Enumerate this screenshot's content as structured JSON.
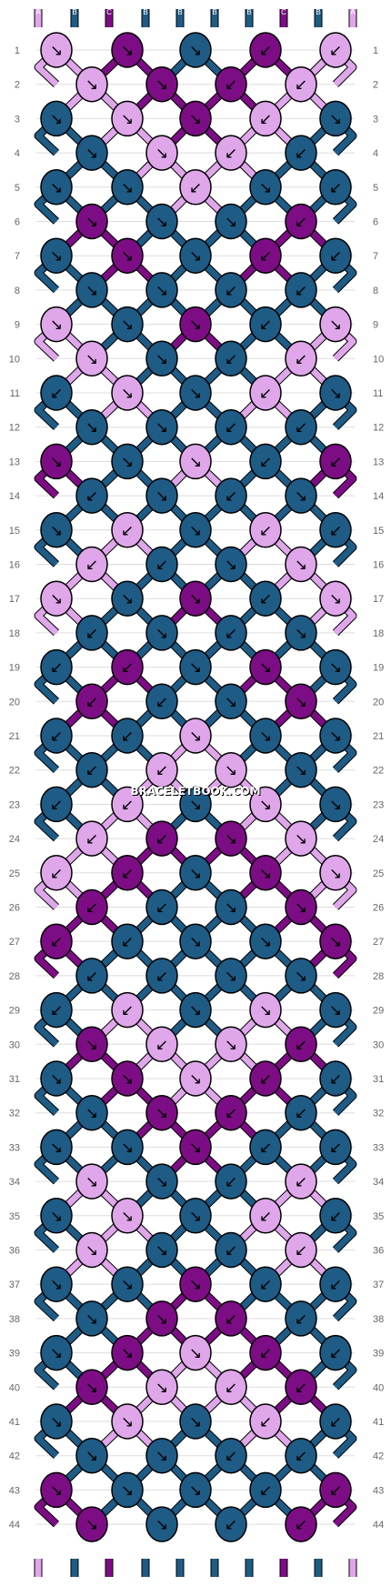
{
  "watermark": "BRACELETBOOK.COM",
  "colors": {
    "A": "#dfa6ea",
    "B": "#1e5b85",
    "C": "#7d0d84"
  },
  "strands": [
    "A",
    "B",
    "C",
    "B",
    "B",
    "B",
    "B",
    "C",
    "B",
    "A"
  ],
  "row_numbers": [
    "1",
    "2",
    "3",
    "4",
    "5",
    "6",
    "7",
    "8",
    "9",
    "10",
    "11",
    "12",
    "13",
    "14",
    "15",
    "16",
    "17",
    "18",
    "19",
    "20",
    "21",
    "22",
    "23",
    "24",
    "25",
    "26",
    "27",
    "28",
    "29",
    "30",
    "31",
    "32",
    "33",
    "34",
    "35",
    "36",
    "37",
    "38",
    "39",
    "40",
    "41",
    "42",
    "43",
    "44"
  ],
  "knot_rows": [
    [
      [
        "A",
        "↘"
      ],
      [
        "C",
        "↘"
      ],
      [
        "B",
        "↘"
      ],
      [
        "C",
        "↙"
      ],
      [
        "A",
        "↙"
      ]
    ],
    [
      [
        "A",
        "↘"
      ],
      [
        "C",
        "↘"
      ],
      [
        "C",
        "↙"
      ],
      [
        "A",
        "↙"
      ]
    ],
    [
      [
        "B",
        "↘"
      ],
      [
        "A",
        "↘"
      ],
      [
        "C",
        "↘"
      ],
      [
        "A",
        "↙"
      ],
      [
        "B",
        "↘"
      ]
    ],
    [
      [
        "B",
        "↘"
      ],
      [
        "A",
        "↘"
      ],
      [
        "A",
        "↙"
      ],
      [
        "B",
        "↙"
      ]
    ],
    [
      [
        "B",
        "↘"
      ],
      [
        "B",
        "↘"
      ],
      [
        "A",
        "↙"
      ],
      [
        "B",
        "↘"
      ],
      [
        "B",
        "↙"
      ]
    ],
    [
      [
        "C",
        "↘"
      ],
      [
        "B",
        "↘"
      ],
      [
        "B",
        "↘"
      ],
      [
        "C",
        "↙"
      ]
    ],
    [
      [
        "B",
        "↘"
      ],
      [
        "C",
        "↘"
      ],
      [
        "B",
        "↘"
      ],
      [
        "C",
        "↙"
      ],
      [
        "B",
        "↙"
      ]
    ],
    [
      [
        "B",
        "↘"
      ],
      [
        "B",
        "↘"
      ],
      [
        "B",
        "↙"
      ],
      [
        "B",
        "↙"
      ]
    ],
    [
      [
        "A",
        "↘"
      ],
      [
        "B",
        "↘"
      ],
      [
        "C",
        "↘"
      ],
      [
        "B",
        "↙"
      ],
      [
        "A",
        "↘"
      ]
    ],
    [
      [
        "A",
        "↘"
      ],
      [
        "B",
        "↘"
      ],
      [
        "B",
        "↙"
      ],
      [
        "A",
        "↙"
      ]
    ],
    [
      [
        "B",
        "↙"
      ],
      [
        "A",
        "↘"
      ],
      [
        "B",
        "↘"
      ],
      [
        "A",
        "↙"
      ],
      [
        "B",
        "↘"
      ]
    ],
    [
      [
        "B",
        "↘"
      ],
      [
        "B",
        "↘"
      ],
      [
        "B",
        "↙"
      ],
      [
        "B",
        "↙"
      ]
    ],
    [
      [
        "C",
        "↘"
      ],
      [
        "B",
        "↘"
      ],
      [
        "A",
        "↘"
      ],
      [
        "B",
        "↙"
      ],
      [
        "C",
        "↙"
      ]
    ],
    [
      [
        "B",
        "↙"
      ],
      [
        "B",
        "↘"
      ],
      [
        "B",
        "↙"
      ],
      [
        "B",
        "↘"
      ]
    ],
    [
      [
        "B",
        "↘"
      ],
      [
        "A",
        "↙"
      ],
      [
        "B",
        "↘"
      ],
      [
        "A",
        "↙"
      ],
      [
        "B",
        "↙"
      ]
    ],
    [
      [
        "A",
        "↙"
      ],
      [
        "B",
        "↙"
      ],
      [
        "B",
        "↘"
      ],
      [
        "A",
        "↘"
      ]
    ],
    [
      [
        "A",
        "↘"
      ],
      [
        "B",
        "↘"
      ],
      [
        "C",
        "↘"
      ],
      [
        "B",
        "↙"
      ],
      [
        "A",
        "↘"
      ]
    ],
    [
      [
        "B",
        "↙"
      ],
      [
        "B",
        "↘"
      ],
      [
        "B",
        "↙"
      ],
      [
        "B",
        "↘"
      ]
    ],
    [
      [
        "B",
        "↙"
      ],
      [
        "C",
        "↙"
      ],
      [
        "B",
        "↘"
      ],
      [
        "C",
        "↘"
      ],
      [
        "B",
        "↘"
      ]
    ],
    [
      [
        "C",
        "↙"
      ],
      [
        "B",
        "↙"
      ],
      [
        "B",
        "↘"
      ],
      [
        "C",
        "↘"
      ]
    ],
    [
      [
        "B",
        "↙"
      ],
      [
        "B",
        "↙"
      ],
      [
        "A",
        "↘"
      ],
      [
        "B",
        "↘"
      ],
      [
        "B",
        "↘"
      ]
    ],
    [
      [
        "B",
        "↙"
      ],
      [
        "A",
        "↙"
      ],
      [
        "A",
        "↘"
      ],
      [
        "B",
        "↘"
      ]
    ],
    [
      [
        "B",
        "↙"
      ],
      [
        "A",
        "↙"
      ],
      [
        "B",
        "↘"
      ],
      [
        "A",
        "↘"
      ],
      [
        "B",
        "↘"
      ]
    ],
    [
      [
        "A",
        "↙"
      ],
      [
        "C",
        "↙"
      ],
      [
        "C",
        "↘"
      ],
      [
        "A",
        "↘"
      ]
    ],
    [
      [
        "A",
        "↙"
      ],
      [
        "C",
        "↙"
      ],
      [
        "B",
        "↘"
      ],
      [
        "C",
        "↘"
      ],
      [
        "A",
        "↘"
      ]
    ],
    [
      [
        "C",
        "↙"
      ],
      [
        "B",
        "↙"
      ],
      [
        "B",
        "↘"
      ],
      [
        "C",
        "↘"
      ]
    ],
    [
      [
        "C",
        "↙"
      ],
      [
        "B",
        "↙"
      ],
      [
        "B",
        "↘"
      ],
      [
        "B",
        "↘"
      ],
      [
        "C",
        "↘"
      ]
    ],
    [
      [
        "B",
        "↙"
      ],
      [
        "B",
        "↙"
      ],
      [
        "B",
        "↘"
      ],
      [
        "B",
        "↘"
      ]
    ],
    [
      [
        "B",
        "↙"
      ],
      [
        "A",
        "↙"
      ],
      [
        "B",
        "↘"
      ],
      [
        "A",
        "↘"
      ],
      [
        "B",
        "↘"
      ]
    ],
    [
      [
        "C",
        "↘"
      ],
      [
        "A",
        "↙"
      ],
      [
        "A",
        "↘"
      ],
      [
        "C",
        "↙"
      ]
    ],
    [
      [
        "B",
        "↘"
      ],
      [
        "C",
        "↘"
      ],
      [
        "A",
        "↘"
      ],
      [
        "C",
        "↙"
      ],
      [
        "B",
        "↙"
      ]
    ],
    [
      [
        "B",
        "↘"
      ],
      [
        "C",
        "↘"
      ],
      [
        "C",
        "↙"
      ],
      [
        "B",
        "↙"
      ]
    ],
    [
      [
        "B",
        "↘"
      ],
      [
        "B",
        "↘"
      ],
      [
        "C",
        "↘"
      ],
      [
        "B",
        "↙"
      ],
      [
        "B",
        "↙"
      ]
    ],
    [
      [
        "A",
        "↘"
      ],
      [
        "B",
        "↘"
      ],
      [
        "B",
        "↙"
      ],
      [
        "A",
        "↙"
      ]
    ],
    [
      [
        "B",
        "↘"
      ],
      [
        "A",
        "↘"
      ],
      [
        "B",
        "↘"
      ],
      [
        "A",
        "↙"
      ],
      [
        "B",
        "↙"
      ]
    ],
    [
      [
        "A",
        "↘"
      ],
      [
        "B",
        "↘"
      ],
      [
        "B",
        "↙"
      ],
      [
        "A",
        "↙"
      ]
    ],
    [
      [
        "B",
        "↘"
      ],
      [
        "B",
        "↘"
      ],
      [
        "C",
        "↘"
      ],
      [
        "B",
        "↙"
      ],
      [
        "B",
        "↙"
      ]
    ],
    [
      [
        "B",
        "↘"
      ],
      [
        "C",
        "↘"
      ],
      [
        "C",
        "↙"
      ],
      [
        "B",
        "↙"
      ]
    ],
    [
      [
        "B",
        "↘"
      ],
      [
        "C",
        "↘"
      ],
      [
        "A",
        "↘"
      ],
      [
        "C",
        "↙"
      ],
      [
        "B",
        "↙"
      ]
    ],
    [
      [
        "C",
        "↘"
      ],
      [
        "A",
        "↘"
      ],
      [
        "A",
        "↙"
      ],
      [
        "C",
        "↙"
      ]
    ],
    [
      [
        "B",
        "↘"
      ],
      [
        "A",
        "↘"
      ],
      [
        "B",
        "↘"
      ],
      [
        "A",
        "↙"
      ],
      [
        "B",
        "↙"
      ]
    ],
    [
      [
        "B",
        "↘"
      ],
      [
        "B",
        "↘"
      ],
      [
        "B",
        "↙"
      ],
      [
        "B",
        "↙"
      ]
    ],
    [
      [
        "C",
        "↘"
      ],
      [
        "B",
        "↘"
      ],
      [
        "B",
        "↘"
      ],
      [
        "B",
        "↙"
      ],
      [
        "C",
        "↙"
      ]
    ],
    [
      [
        "C",
        "↘"
      ],
      [
        "B",
        "↘"
      ],
      [
        "B",
        "↙"
      ],
      [
        "C",
        "↙"
      ]
    ]
  ]
}
